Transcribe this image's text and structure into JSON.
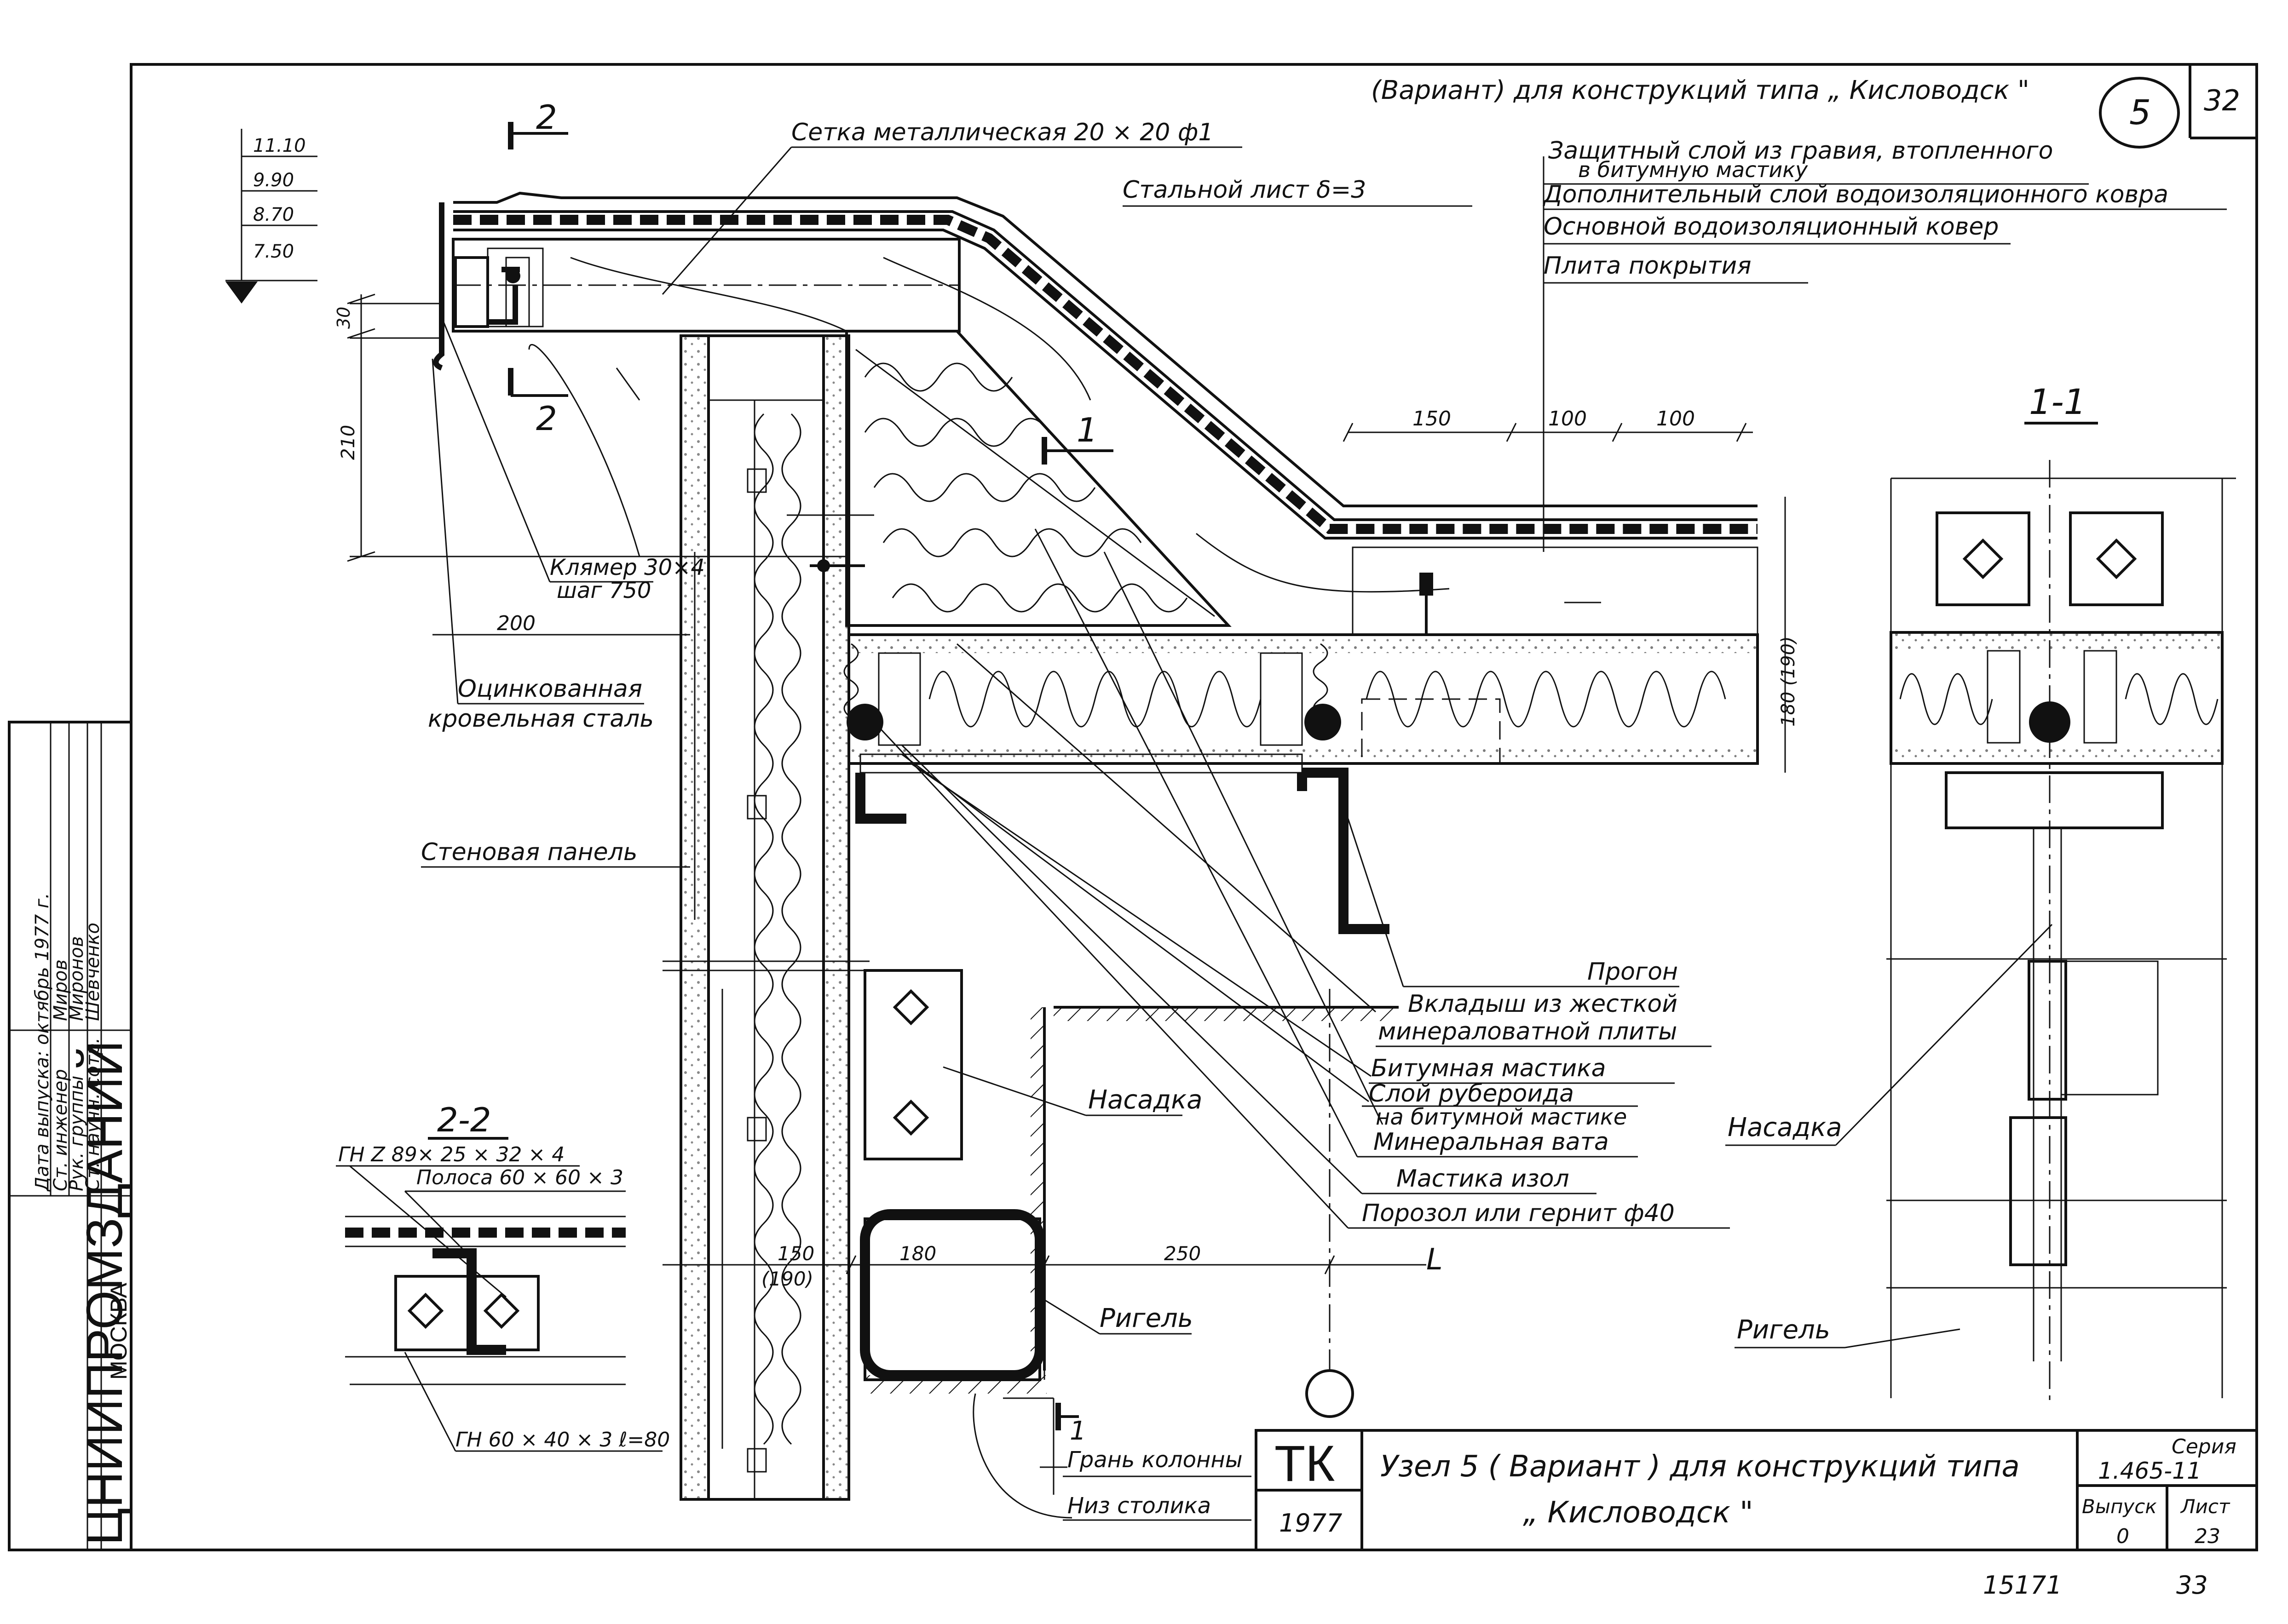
{
  "sheet": {
    "header_title": "(Вариант) для конструкций типа „ Кисловодск \"",
    "node_number": "5",
    "sheet_corner": "32",
    "stamp_number": "15171",
    "page_number": "33"
  },
  "levels": [
    "11.10",
    "9.90",
    "8.70",
    "7.50"
  ],
  "layer_callouts": [
    "Защитный слой из гравия, втопленного",
    "в битумную мастику",
    "Дополнительный слой водоизоляционного ковра",
    "Основной водоизоляционный ковер",
    "Плита покрытия"
  ],
  "labels": {
    "mesh": "Сетка металлическая  20 × 20 ф1",
    "steel_sheet": "Стальной  лист δ=3",
    "clamp_1": "Клямер 30×4",
    "clamp_2": "шаг 750",
    "galv_1": "Оцинкованная",
    "galv_2": "кровельная сталь",
    "wall_panel": "Стеновая панель",
    "purlin": "Прогон",
    "insert_1": "Вкладыш  из жесткой",
    "insert_2": "минераловатной плиты",
    "bitumen": "Битумная мастика",
    "ruberoid_1": "Слой рубероида",
    "ruberoid_2": "на битумной мастике",
    "mineral_wool": "Минеральная вата",
    "mastic": "Мастика  изол",
    "porizol": "Порозол или гернит ф40",
    "cap_main": "Насадка",
    "cap_right": "Насадка",
    "beam_main": "Ригель",
    "beam_right": "Ригель",
    "column_face": "Грань колонны",
    "column_bottom": "Низ столика",
    "span_symbol": "L"
  },
  "sections": {
    "s11": "1-1",
    "s22": "2-2",
    "cut1": "1",
    "cut2": "2",
    "s22_label1": "ГН Z 89× 25 × 32 × 4",
    "s22_label2": "Полоса 60 × 60 × 3",
    "s22_label3": "ГН 60 × 40 × 3  ℓ=80"
  },
  "dimensions": {
    "d30": "30",
    "d210": "210",
    "d200": "200",
    "d150_top": "150",
    "d100_a": "100",
    "d100_b": "100",
    "d180_190": "180 (190)",
    "d150_bot": "150",
    "d190": "(190)",
    "d180": "180",
    "d250": "250"
  },
  "side_stamp": {
    "org": "ЦНИИПРОМЗДАНИЙ",
    "city": "МОСКВА",
    "row1_role": "Ст. научн. сотр.",
    "row1_name": "Шевченко",
    "row2_role": "Рук. группы",
    "row2_name": "Миронов",
    "row3_role": "Ст. инженер",
    "row3_name": "Миров",
    "row4": "Дата выпуска: октябрь 1977 г."
  },
  "title_block": {
    "code": "ТК",
    "year": "1977",
    "title_1": "Узел 5 ( Вариант )  для  конструкций  типа",
    "title_2": "„  Кисловодск \"",
    "series_label": "Серия",
    "series_value": "1.465-11",
    "issue_label": "Выпуск",
    "issue_value": "0",
    "sheet_label": "Лист",
    "sheet_value": "23"
  }
}
